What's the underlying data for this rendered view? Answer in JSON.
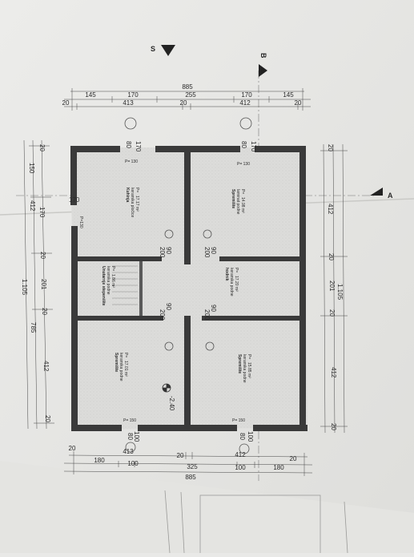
{
  "markers": {
    "s": "S",
    "b": "B",
    "a": "A"
  },
  "dims_top": {
    "total": "885",
    "row1": [
      "145",
      "170",
      "255",
      "170",
      "145"
    ],
    "row2": [
      "20",
      "413",
      "20",
      "412",
      "20"
    ]
  },
  "dims_bottom": {
    "row1": [
      "20",
      "413",
      "20",
      "412",
      "20"
    ],
    "row2": [
      "180",
      "100",
      "325",
      "100",
      "180"
    ],
    "total": "885"
  },
  "dims_left": {
    "segments": [
      "20",
      "150",
      "170",
      "20",
      "201",
      "20",
      "412",
      "20"
    ],
    "sub": [
      "412",
      "785"
    ],
    "total": "1.105"
  },
  "dims_right": {
    "segments": [
      "20",
      "412",
      "20",
      "201",
      "20",
      "412",
      "20"
    ],
    "total": "1.105"
  },
  "openings": {
    "top_left": [
      "80",
      "170"
    ],
    "top_right": [
      "80",
      "170"
    ],
    "mid_left": [
      "90",
      "200"
    ],
    "mid_right": [
      "90",
      "200"
    ],
    "low_left": [
      "90",
      "200"
    ],
    "low_right": [
      "90",
      "200"
    ],
    "bottom_left": [
      "100",
      "80"
    ],
    "bottom_right": [
      "100",
      "80"
    ],
    "left_window": [
      "170",
      "P=130"
    ]
  },
  "sills": {
    "p130_left": "P= 130",
    "p130_right": "P= 130",
    "p150_left": "P= 150",
    "p150_right": "P= 150"
  },
  "rooms": [
    {
      "name": "Kuhinja",
      "line1": "keramika pločice",
      "line2": "P=",
      "area": "17.17 m²"
    },
    {
      "name": "Spremište",
      "line1": "laminat podne",
      "line2": "P=",
      "area": "14.98 m²"
    },
    {
      "name": "Unutarnje stepenište",
      "line1": "keramika podne",
      "line2": "P=",
      "area": "1.86 m²"
    },
    {
      "name": "hodnik",
      "line1": "keramika podne",
      "line2": "P=",
      "area": "17.20 m²"
    },
    {
      "name": "Spremište",
      "line1": "keramika podne",
      "line2": "P=",
      "area": "17.01 m²"
    },
    {
      "name": "Spremište",
      "line1": "keramika podne",
      "line2": "P=",
      "area": "15.85 m²"
    }
  ],
  "level": "-2.40"
}
